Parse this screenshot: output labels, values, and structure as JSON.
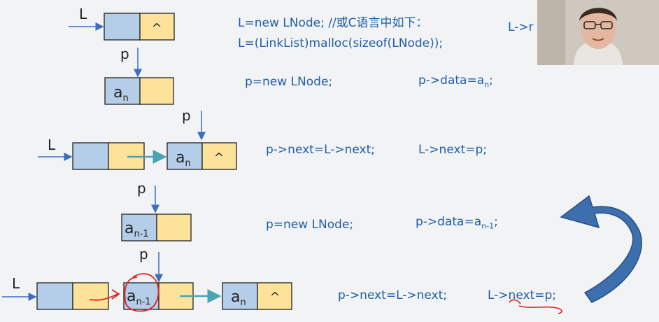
{
  "colors": {
    "accent": "#1f5fa8",
    "box_blue": "#b4cde8",
    "box_yellow": "#fde39a",
    "arrow_teal": "#4aa3b2",
    "annotation_red": "#e02020"
  },
  "code": {
    "line1": "L=new LNode; //或C语言中如下：",
    "line2": "L=(LinkList)malloc(sizeof(LNode));",
    "clipped": "L->r",
    "s1_new": "p=new LNode;",
    "s1_data": "p->data=a",
    "s1_data_sub": "n",
    "s2_next": "p->next=L->next;",
    "s2_assign": "L->next=p;",
    "s3_new": "p=new LNode;",
    "s3_data": "p->data=a",
    "s3_data_sub": "n-1",
    "s4_next": "p->next=L->next;",
    "s4_assign": "L->next=p;",
    "semicolon": ";"
  },
  "labels": {
    "L": "L",
    "p": "p",
    "null_symbol": "^",
    "a": "a",
    "sub_n": "n",
    "sub_n1": "n-1"
  },
  "webcam": {
    "icon": "presenter-video-icon"
  }
}
